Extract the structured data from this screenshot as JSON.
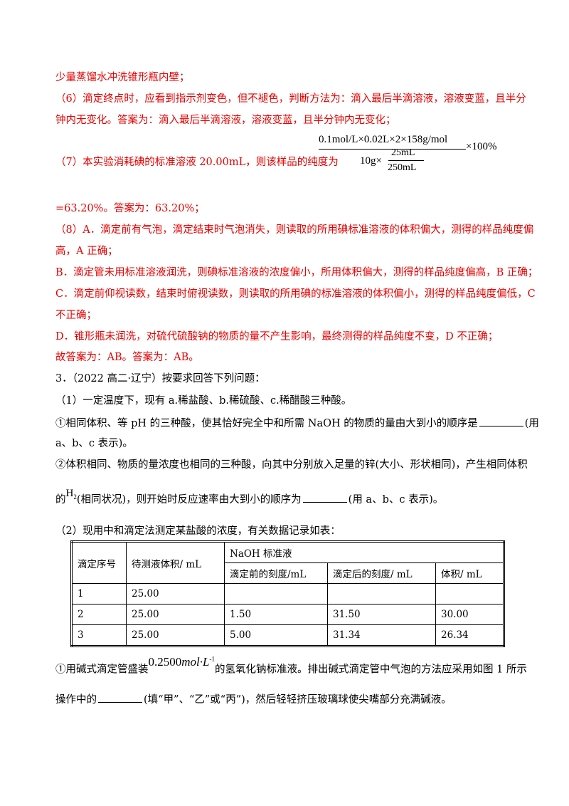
{
  "lines": {
    "l1": "少量蒸馏水冲洗锥形瓶内壁；",
    "l2": "（6）滴定终点时，应看到指示剂变色，但不褪色，判断方法为：滴入最后半滴溶液，溶液变蓝，且半分",
    "l3": "钟内无变化。答案为：滴入最后半滴溶液，溶液变蓝，且半分钟内无变化；",
    "l4": "（7）本实验消耗碘的标准溶液 20.00mL，则该样品的纯度为",
    "l5": "=63.20%。答案为：63.20%；",
    "l6": "（8）A．滴定前有气泡，滴定结束时气泡消失，则读取的所用碘标准溶液的体积偏大，测得的样品纯度偏",
    "l7": "高，A 正确；",
    "l8": "B．滴定管未用标准溶液润洗，则碘标准溶液的浓度偏小，所用体积偏大，测得的样品纯度偏高，B 正确；",
    "l9": "C．滴定前仰视读数，结束时俯视读数，则读取的所用碘的标准溶液的体积偏小，测得的样品纯度偏低，C",
    "l10": "不正确；",
    "l11": "D．锥形瓶未润洗，对硫代硫酸钠的物质的量不产生影响，最终测得的样品纯度不变，D 不正确；",
    "l12": "故答案为：AB。答案为：AB。",
    "l13": "3．（2022 高二·辽宁）按要求回答下列问题：",
    "l14": "（1）一定温度下，现有 a.稀盐酸、b.稀硫酸、c.稀醋酸三种酸。",
    "l15a": "①相同体积、等 pH 的三种酸，使其恰好完全中和所需 NaOH 的物质的量由大到小的顺序是",
    "l15b": "(用",
    "l16": "a、b、c 表示)。",
    "l17": "②体积相同、物质的量浓度也相同的三种酸，向其中分别放入足量的锌(大小、形状相同)，产生相同体积",
    "l18a": "的",
    "l18b": "(相同状况)，则开始时反应速率由大到小的顺序为",
    "l18c": "(用 a、b、c 表示)。",
    "l19": "（2）现用中和滴定法测定某盐酸的浓度，有关数据记录如表：",
    "l20a": "①用碱式滴定管盛装",
    "l20b": "的氢氧化钠标准液。排出碱式滴定管中气泡的方法应采用如图 1 所示",
    "l21a": "操作中的",
    "l21b": "(填“甲”、“乙”或“丙”)，然后轻轻挤压玻璃球使尖嘴部分充满碱液。"
  },
  "formula": {
    "numerator": "0.1mol/L×0.02L×2×158g/mol",
    "den_prefix": "10g×",
    "den_num": "25mL",
    "den_den": "250mL",
    "suffix": "×100%"
  },
  "h2": {
    "base": "H",
    "sub": "2"
  },
  "conc": {
    "value": "0.2500",
    "unit": "mol·L",
    "exp": "-1"
  },
  "table": {
    "header": {
      "col1": "滴定序号",
      "col2": "待测液体积/ mL",
      "group": "NaOH 标准液",
      "sub1": "滴定前的刻度/mL",
      "sub2": "滴定后的刻度/ mL",
      "sub3": "体积/ mL"
    },
    "rows": [
      [
        "1",
        "25.00",
        "",
        "",
        ""
      ],
      [
        "2",
        "25.00",
        "1.50",
        "31.50",
        "30.00"
      ],
      [
        "3",
        "25.00",
        "5.00",
        "31.34",
        "26.34"
      ]
    ]
  },
  "colors": {
    "answer_text": "#e60000",
    "question_text": "#000000"
  }
}
